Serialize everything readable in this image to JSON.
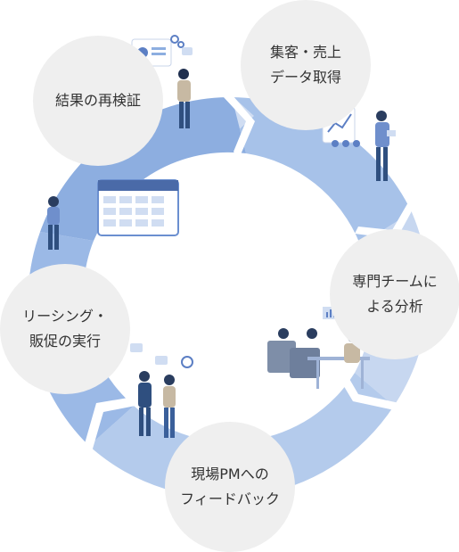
{
  "colors": {
    "ring_dark": "#8daee0",
    "ring_mid": "#a7c2e9",
    "ring_light": "#d0ddf2",
    "bubble_bg": "#efefef",
    "text": "#333333",
    "person_navy": "#2f4f7f",
    "accent_blue": "#5c7fc4"
  },
  "steps": [
    {
      "id": "reverify",
      "lines": [
        "結果の再検証"
      ]
    },
    {
      "id": "data",
      "lines": [
        "集客・売上",
        "データ取得"
      ]
    },
    {
      "id": "analysis",
      "lines": [
        "専門チームに",
        "よる分析"
      ]
    },
    {
      "id": "feedback",
      "lines": [
        "現場PMへの",
        "フィードバック"
      ]
    },
    {
      "id": "leasing",
      "lines": [
        "リーシング・",
        "販促の実行"
      ]
    }
  ],
  "illustrations": [
    "presenter-with-dashboard-icon",
    "analyst-with-chart-board-icon",
    "team-meeting-icon",
    "two-people-talking-icon",
    "person-with-calendar-icon"
  ]
}
